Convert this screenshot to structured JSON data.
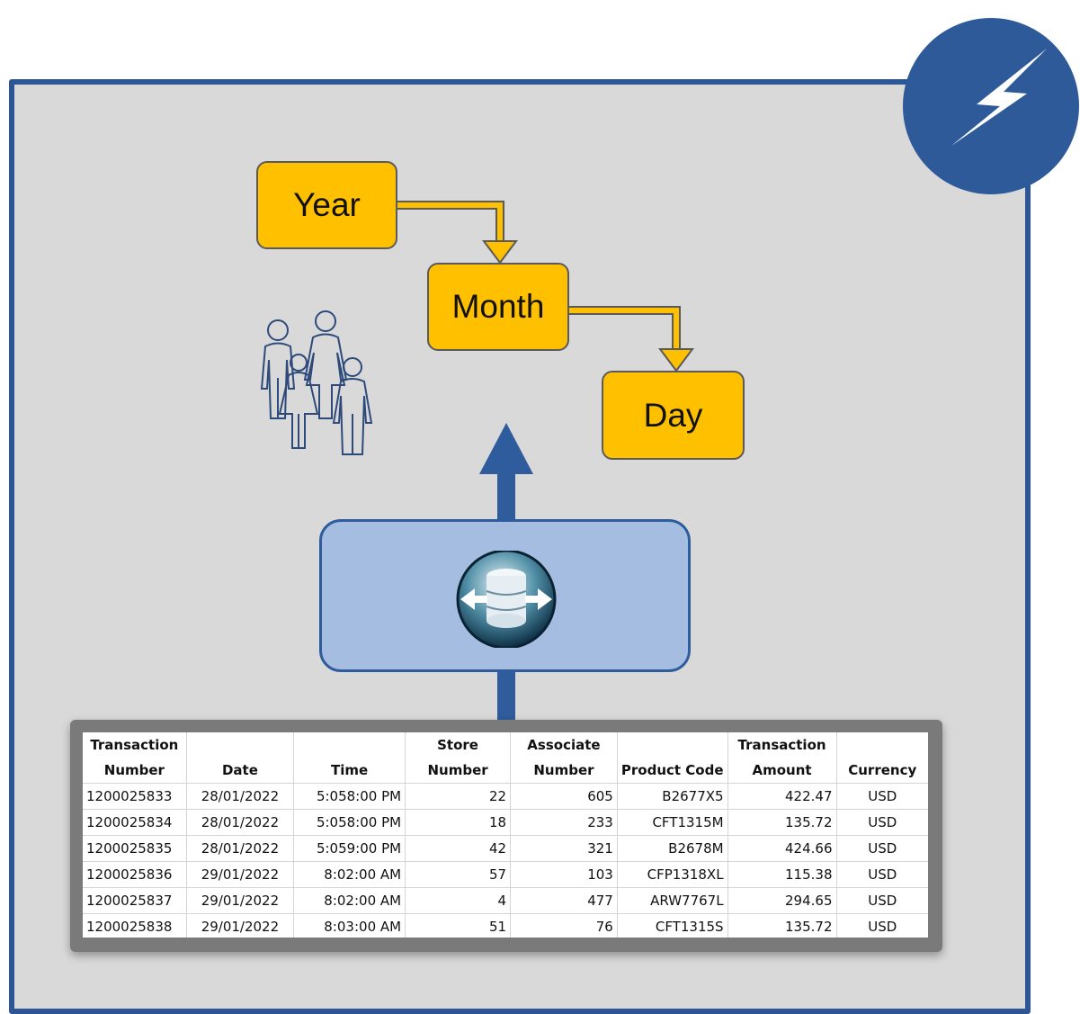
{
  "hierarchy": {
    "year_label": "Year",
    "month_label": "Month",
    "day_label": "Day"
  },
  "icons": {
    "badge": "lightning-bolt-icon",
    "people": "family-icon",
    "integration": "database-sync-icon"
  },
  "colors": {
    "panel_border": "#2e5694",
    "panel_fill": "#d9d9d9",
    "box_fill": "#ffc000",
    "arrow_blue": "#2f5c9c",
    "integrator_fill": "#a6bde2"
  },
  "table": {
    "headers": [
      {
        "line1": "Transaction",
        "line2": "Number"
      },
      {
        "line1": "",
        "line2": "Date"
      },
      {
        "line1": "",
        "line2": "Time"
      },
      {
        "line1": "Store",
        "line2": "Number"
      },
      {
        "line1": "Associate",
        "line2": "Number"
      },
      {
        "line1": "",
        "line2": "Product Code"
      },
      {
        "line1": "Transaction",
        "line2": "Amount"
      },
      {
        "line1": "",
        "line2": "Currency"
      }
    ],
    "rows": [
      [
        "1200025833",
        "28/01/2022",
        "5:058:00 PM",
        "22",
        "605",
        "B2677X5",
        "422.47",
        "USD"
      ],
      [
        "1200025834",
        "28/01/2022",
        "5:058:00 PM",
        "18",
        "233",
        "CFT1315M",
        "135.72",
        "USD"
      ],
      [
        "1200025835",
        "28/01/2022",
        "5:059:00 PM",
        "42",
        "321",
        "B2678M",
        "424.66",
        "USD"
      ],
      [
        "1200025836",
        "29/01/2022",
        "8:02:00 AM",
        "57",
        "103",
        "CFP1318XL",
        "115.38",
        "USD"
      ],
      [
        "1200025837",
        "29/01/2022",
        "8:02:00 AM",
        "4",
        "477",
        "ARW7767L",
        "294.65",
        "USD"
      ],
      [
        "1200025838",
        "29/01/2022",
        "8:03:00 AM",
        "51",
        "76",
        "CFT1315S",
        "135.72",
        "USD"
      ]
    ]
  }
}
